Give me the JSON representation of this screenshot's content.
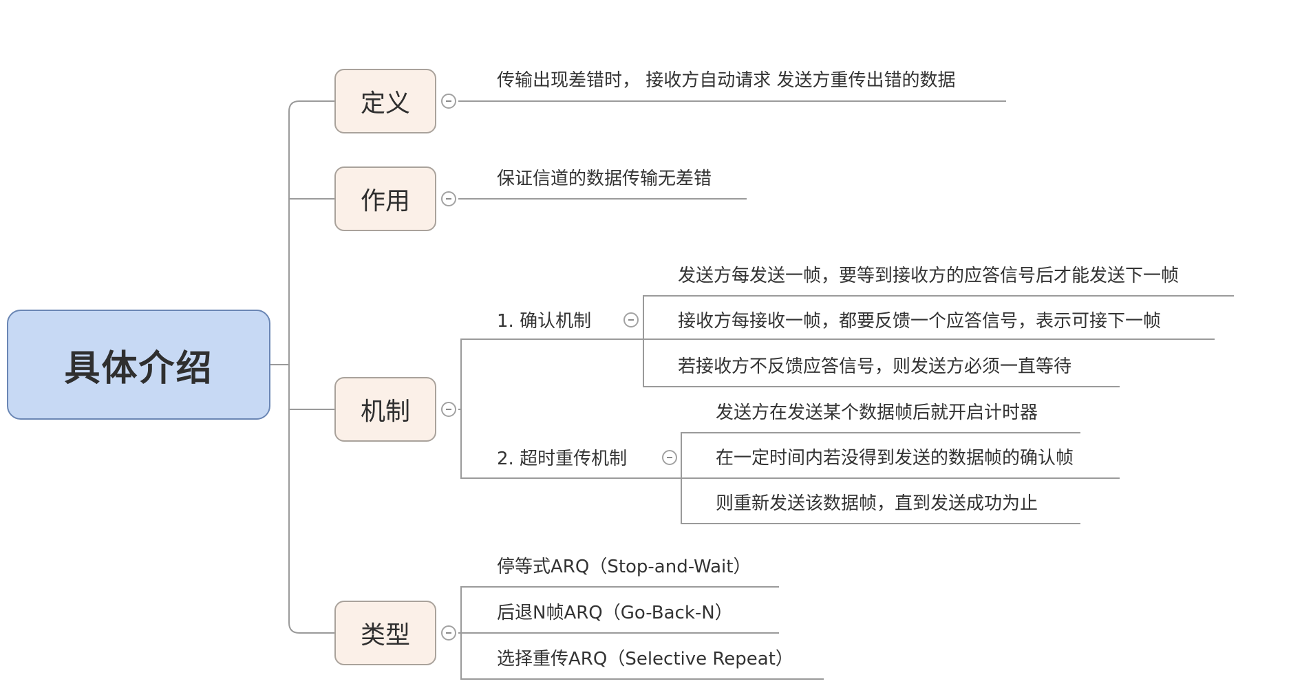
{
  "root": {
    "label": "具体介绍"
  },
  "definition": {
    "label": "定义",
    "items": [
      "传输出现差错时， 接收方自动请求 发送方重传出错的数据"
    ]
  },
  "purpose": {
    "label": "作用",
    "items": [
      "保证信道的数据传输无差错"
    ]
  },
  "mechanism": {
    "label": "机制",
    "confirm": {
      "label": "1. 确认机制",
      "items": [
        "发送方每发送一帧，要等到接收方的应答信号后才能发送下一帧",
        "接收方每接收一帧，都要反馈一个应答信号，表示可接下一帧",
        "若接收方不反馈应答信号，则发送方必须一直等待"
      ]
    },
    "timeout": {
      "label": "2. 超时重传机制",
      "items": [
        "发送方在发送某个数据帧后就开启计时器",
        "在一定时间内若没得到发送的数据帧的确认帧",
        "则重新发送该数据帧，直到发送成功为止"
      ]
    }
  },
  "types": {
    "label": "类型",
    "items": [
      "停等式ARQ（Stop-and-Wait）",
      "后退N帧ARQ（Go-Back-N）",
      "选择重传ARQ（Selective Repeat）"
    ]
  },
  "colors": {
    "root_fill": "#c7d9f4",
    "root_border": "#6a86b4",
    "node_fill": "#fbf0e8",
    "node_border": "#a9a29b",
    "line": "#9a9a9a"
  }
}
